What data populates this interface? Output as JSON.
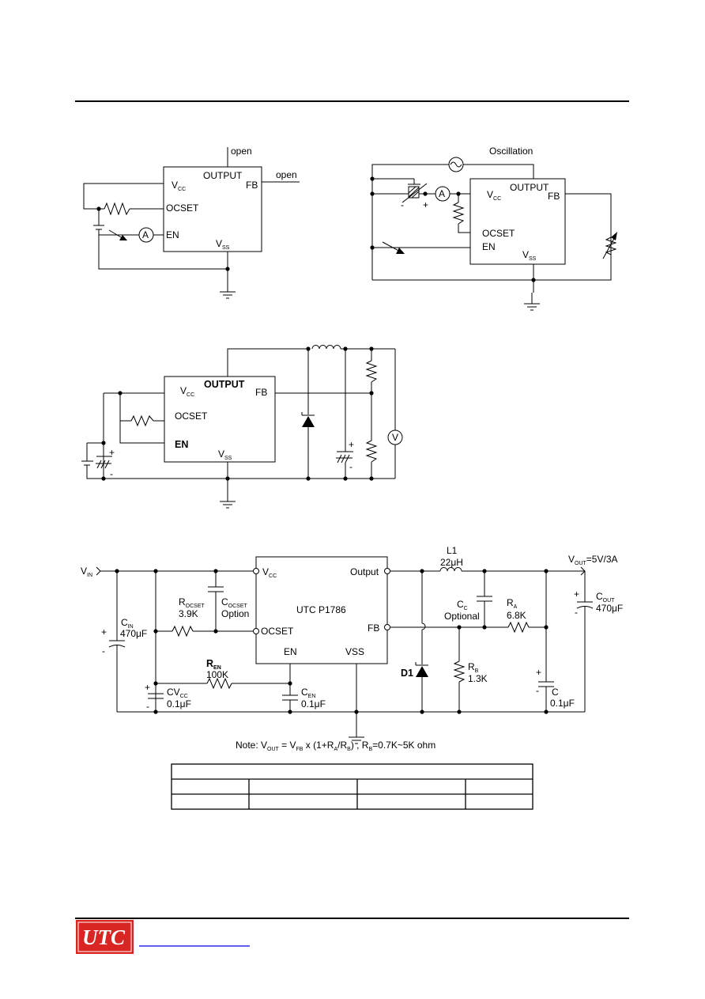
{
  "diagram1": {
    "pin_output": "OUTPUT",
    "pin_vcc": "V",
    "pin_vcc_sub": "CC",
    "pin_fb": "FB",
    "pin_ocset": "OCSET",
    "pin_en": "EN",
    "pin_vss": "V",
    "pin_vss_sub": "SS",
    "open_top": "open",
    "open_right": "open",
    "ammeter": "A"
  },
  "diagram2": {
    "title": "Oscillation",
    "pin_output": "OUTPUT",
    "pin_vcc": "V",
    "pin_vcc_sub": "CC",
    "pin_fb": "FB",
    "pin_ocset": "OCSET",
    "pin_en": "EN",
    "pin_vss": "V",
    "pin_vss_sub": "SS",
    "ammeter": "A",
    "cap_minus": "-",
    "cap_plus": "+"
  },
  "diagram3": {
    "pin_output": "OUTPUT",
    "pin_vcc": "V",
    "pin_vcc_sub": "CC",
    "pin_fb": "FB",
    "pin_ocset": "OCSET",
    "pin_en": "EN",
    "pin_vss": "V",
    "pin_vss_sub": "SS",
    "voltmeter": "V",
    "plus1": "+",
    "minus1": "-",
    "plus2": "+",
    "minus2": "-"
  },
  "application": {
    "vin": "V",
    "vin_sub": "IN",
    "chip_name": "UTC P1786",
    "pin_vcc": "V",
    "pin_vcc_sub": "CC",
    "pin_output": "Output",
    "pin_ocset": "OCSET",
    "pin_fb": "FB",
    "pin_en": "EN",
    "pin_vss": "VSS",
    "cin": "C",
    "cin_sub": "IN",
    "cin_value": "470μF",
    "cin_plus": "+",
    "cin_minus": "-",
    "rocset": "R",
    "rocset_sub": "OCSET",
    "rocset_value": "3.9K",
    "cocset": "C",
    "cocset_sub": "OCSET",
    "cocset_note": "Option",
    "ren": "R",
    "ren_sub": "EN",
    "ren_value": "100K",
    "cvcc": "CV",
    "cvcc_sub": "CC",
    "cvcc_value": "0.1μF",
    "cvcc_plus": "+",
    "cvcc_minus": "-",
    "cen": "C",
    "cen_sub": "EN",
    "cen_value": "0.1μF",
    "l1": "L1",
    "l1_value": "22μH",
    "vout": "V",
    "vout_sub": "OUT",
    "vout_value": "=5V/3A",
    "cc": "C",
    "cc_sub": "C",
    "cc_note": "Optional",
    "ra": "R",
    "ra_sub": "A",
    "ra_value": "6.8K",
    "rb": "R",
    "rb_sub": "B",
    "rb_value": "1.3K",
    "d1": "D1",
    "c_small": "C",
    "c_small_value": "0.1μF",
    "c_small_plus": "+",
    "c_small_minus": "-",
    "cout": "C",
    "cout_sub": "OUT",
    "cout_value": "470μF",
    "cout_plus": "+",
    "cout_minus": "-"
  },
  "note": {
    "prefix": "Note: V",
    "vout_sub": "OUT",
    "eq": " = V",
    "vfb_sub": "FB",
    "mid": " x (1+R",
    "ra_sub": "A",
    "slash": "/R",
    "rb_sub": "B",
    "tail": ") , R",
    "rb2_sub": "B",
    "range": "=0.7K~5K ohm"
  },
  "footer": {
    "logo": "UTC"
  }
}
